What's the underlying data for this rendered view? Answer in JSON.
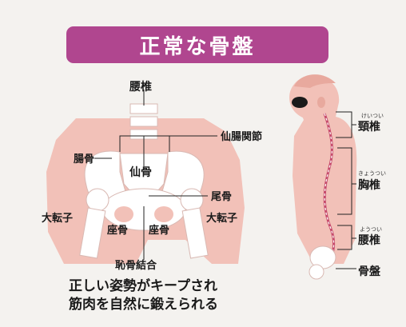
{
  "title": "正常な骨盤",
  "colors": {
    "title_band": "#b0468f",
    "body_skin": "#f2c1b8",
    "bone": "#ffffff",
    "spine_bar": "#c64b6c",
    "outline": "#222222"
  },
  "pelvis_labels": {
    "lumbar": "腰椎",
    "sacroiliac_joint": "仙腸関節",
    "ilium": "腸骨",
    "sacrum": "仙骨",
    "coccyx": "尾骨",
    "greater_trochanter_left": "大転子",
    "greater_trochanter_right": "大転子",
    "ischium_left": "座骨",
    "ischium_right": "座骨",
    "pubic_symphysis": "恥骨結合"
  },
  "spine_labels": {
    "cervical": "頸椎",
    "cervical_ruby": "けいつい",
    "thoracic": "胸椎",
    "thoracic_ruby": "きょうつい",
    "lumbar": "腰椎",
    "lumbar_ruby": "ようつい",
    "pelvis": "骨盤"
  },
  "caption": {
    "line1": "正しい姿勢がキープされ",
    "line2": "筋肉を自然に鍛えられる"
  }
}
